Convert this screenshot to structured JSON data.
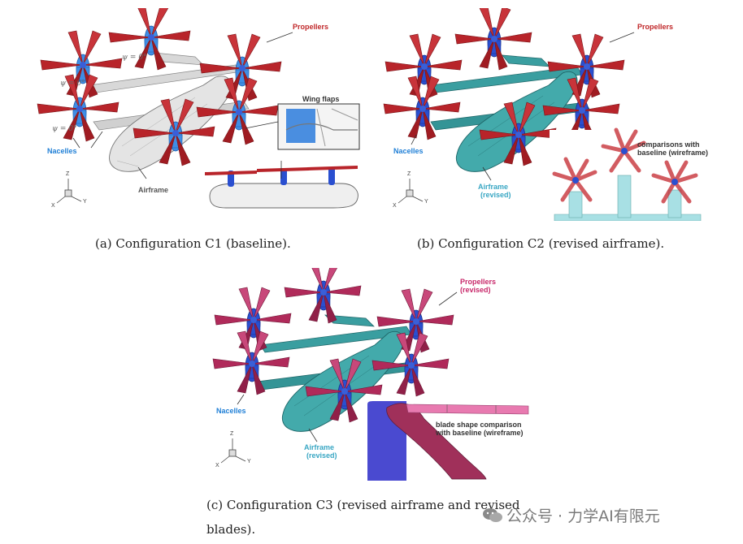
{
  "panel_a": {
    "labels": {
      "propellers": "Propellers",
      "nacelles": "Nacelles",
      "airframe": "Airframe",
      "wing_flaps": "Wing flaps",
      "psi_1": "ψ = 0°",
      "psi_2": "ψ = 0°",
      "psi_3": "ψ = 0°"
    },
    "axes": {
      "z": "Z",
      "x": "X",
      "y": "Y"
    },
    "caption": "(a) Configuration C1 (baseline)."
  },
  "panel_b": {
    "labels": {
      "propellers": "Propellers",
      "nacelles": "Nacelles",
      "airframe_line1": "Airframe",
      "airframe_line2": "(revised)",
      "comparison_line1": "comparisons with",
      "comparison_line2": "baseline (wireframe)"
    },
    "axes": {
      "z": "Z",
      "x": "X",
      "y": "Y"
    },
    "caption": "(b) Configuration C2 (revised airframe)."
  },
  "panel_c": {
    "labels": {
      "propellers_line1": "Propellers",
      "propellers_line2": "(revised)",
      "nacelles": "Nacelles",
      "airframe_line1": "Airframe",
      "airframe_line2": "(revised)",
      "blade_line1": "blade shape comparison",
      "blade_line2": "with baseline (wireframe)"
    },
    "axes": {
      "z": "Z",
      "x": "X",
      "y": "Y"
    },
    "caption_line1": "(c) Configuration C3 (revised airframe and revised",
    "caption_line2": "blades)."
  },
  "watermark": "公众号 · 力学AI有限元",
  "colors": {
    "propeller_red": "#b8242a",
    "propeller_magenta": "#b02a5a",
    "nacelle_blue": "#2a4fd0",
    "nacelle_light_blue": "#4a8ee0",
    "airframe_gray": "#dcdcdc",
    "airframe_teal": "#3a9ea0",
    "label_red": "#c0282a",
    "label_blue": "#1f7fd6",
    "label_teal": "#3aa7c4",
    "label_magenta": "#c8286a"
  },
  "icons": [
    "axis-triad-icon",
    "propeller-icon",
    "arrow-icon"
  ]
}
